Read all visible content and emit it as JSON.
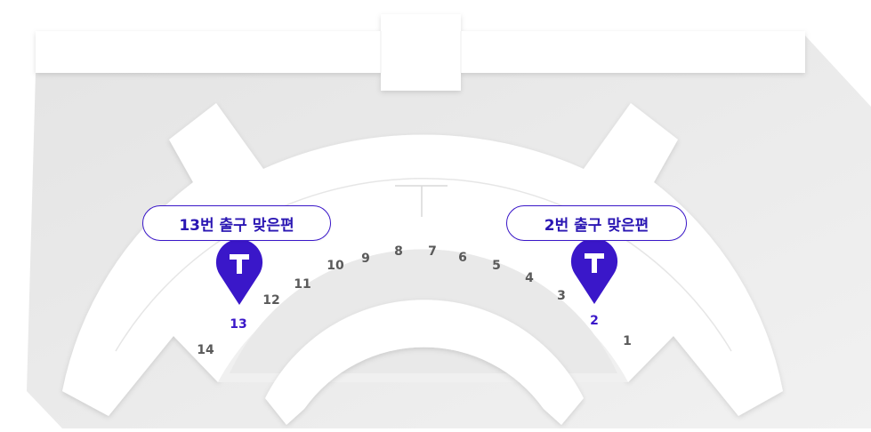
{
  "map": {
    "colors": {
      "accent": "#3a17c9",
      "building": "#ffffff",
      "background": "#ececec",
      "gate_text": "#5a5a5a"
    },
    "callouts": [
      {
        "label": "13번 출구 맞은편",
        "gate": "13"
      },
      {
        "label": "2번 출구 맞은편",
        "gate": "2"
      }
    ],
    "pins": [
      {
        "icon": "taxi-t-pin-icon",
        "gate": "13"
      },
      {
        "icon": "taxi-t-pin-icon",
        "gate": "2"
      }
    ],
    "gates": [
      {
        "label": "14",
        "highlighted": false
      },
      {
        "label": "13",
        "highlighted": true
      },
      {
        "label": "12",
        "highlighted": false
      },
      {
        "label": "11",
        "highlighted": false
      },
      {
        "label": "10",
        "highlighted": false
      },
      {
        "label": "9",
        "highlighted": false
      },
      {
        "label": "8",
        "highlighted": false
      },
      {
        "label": "7",
        "highlighted": false
      },
      {
        "label": "6",
        "highlighted": false
      },
      {
        "label": "5",
        "highlighted": false
      },
      {
        "label": "4",
        "highlighted": false
      },
      {
        "label": "3",
        "highlighted": false
      },
      {
        "label": "2",
        "highlighted": true
      },
      {
        "label": "1",
        "highlighted": false
      }
    ]
  }
}
